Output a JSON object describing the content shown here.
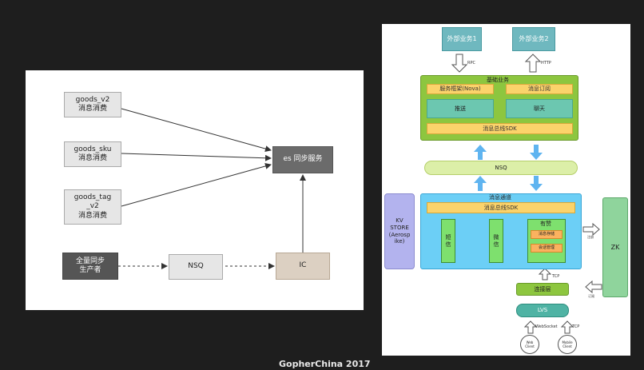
{
  "left": {
    "goods_v2": "goods_v2\n消息消费",
    "goods_sku": "goods_sku\n消息消费",
    "goods_tag": "goods_tag\n_v2\n消息消费",
    "es_sync": "es 同步服务",
    "full_sync": "全量同步\n生产者",
    "nsq": "NSQ",
    "ic": "IC"
  },
  "right": {
    "external1": "外部业务1",
    "external2": "外部业务2",
    "rpc": "RPC",
    "http": "HTTP",
    "base_service": "基础业务",
    "nova": "服务框架(Nova)",
    "msg_subscribe": "消息订阅",
    "push": "推送",
    "chat": "聊天",
    "sdk_top": "消息总线SDK",
    "nsq": "NSQ",
    "msg_channel": "消息通道",
    "sdk_mid": "消息总线SDK",
    "sms": "短\n信",
    "wechat": "微\n信",
    "youzan": "有赞",
    "msg_store": "消息存储",
    "session_mgmt": "会话管理",
    "kv_store": "KV\nSTORE\n(Aerosp\nike)",
    "zk": "ZK",
    "register": "注册",
    "subscribe": "订阅",
    "tcp1": "TCP",
    "connection": "连接层",
    "lvs": "LVS",
    "websocket": "WebSocket",
    "tcp2": "TCP",
    "web_client": "Web\nClient",
    "mobile_client": "Mobile\nClient"
  },
  "footer": "GopherChina 2017"
}
